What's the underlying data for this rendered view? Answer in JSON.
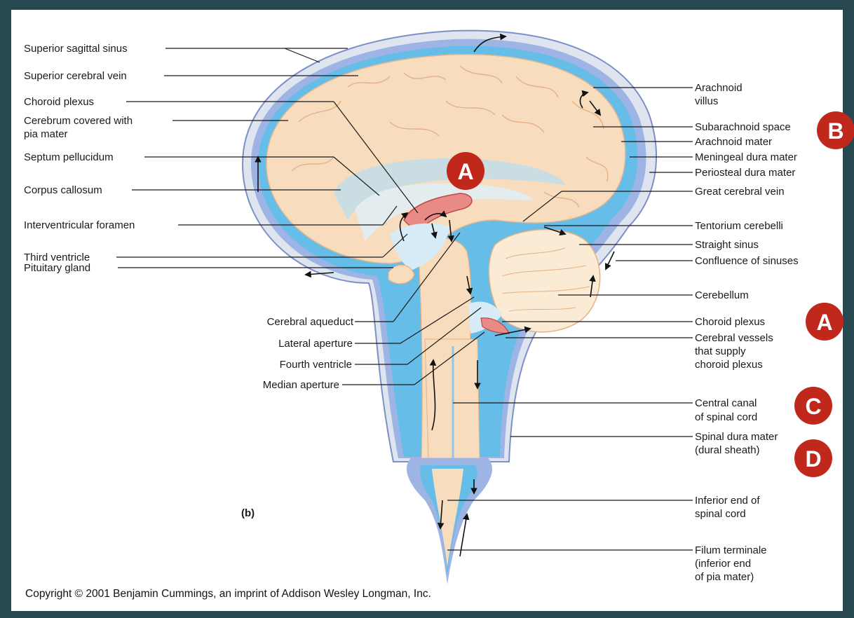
{
  "labels_left": [
    "Superior sagittal sinus",
    "Superior cerebral vein",
    "Choroid plexus",
    "Cerebrum covered with",
    "pia mater",
    "Septum pellucidum",
    "Corpus callosum",
    "Interventricular foramen",
    "Third ventricle",
    "Pituitary gland"
  ],
  "labels_center": [
    "Cerebral aqueduct",
    "Lateral aperture",
    "Fourth ventricle",
    "Median aperture"
  ],
  "labels_right": [
    "Arachnoid",
    "villus",
    "Subarachnoid space",
    "Arachnoid mater",
    "Meningeal dura mater",
    "Periosteal dura mater",
    "Great cerebral vein",
    "Tentorium cerebelli",
    "Straight sinus",
    "Confluence of sinuses",
    "Cerebellum",
    "Choroid plexus",
    "Cerebral vessels",
    "that supply",
    "choroid plexus",
    "Central canal",
    "of spinal cord",
    "Spinal dura mater",
    "(dural sheath)",
    "Inferior end of",
    "spinal cord",
    "Filum terminale",
    "(inferior end",
    "of pia mater)"
  ],
  "panel_tag": "(b)",
  "copyright": "Copyright © 2001 Benjamin Cummings, an imprint of Addison Wesley Longman, Inc.",
  "badges": [
    "A",
    "B",
    "A",
    "C",
    "D"
  ],
  "colors": {
    "background": "#27494f",
    "badge": "#c0281b",
    "csf_blue": "#63b8e6",
    "dura": "#8fa3d6",
    "brain": "#f8dcbe"
  }
}
